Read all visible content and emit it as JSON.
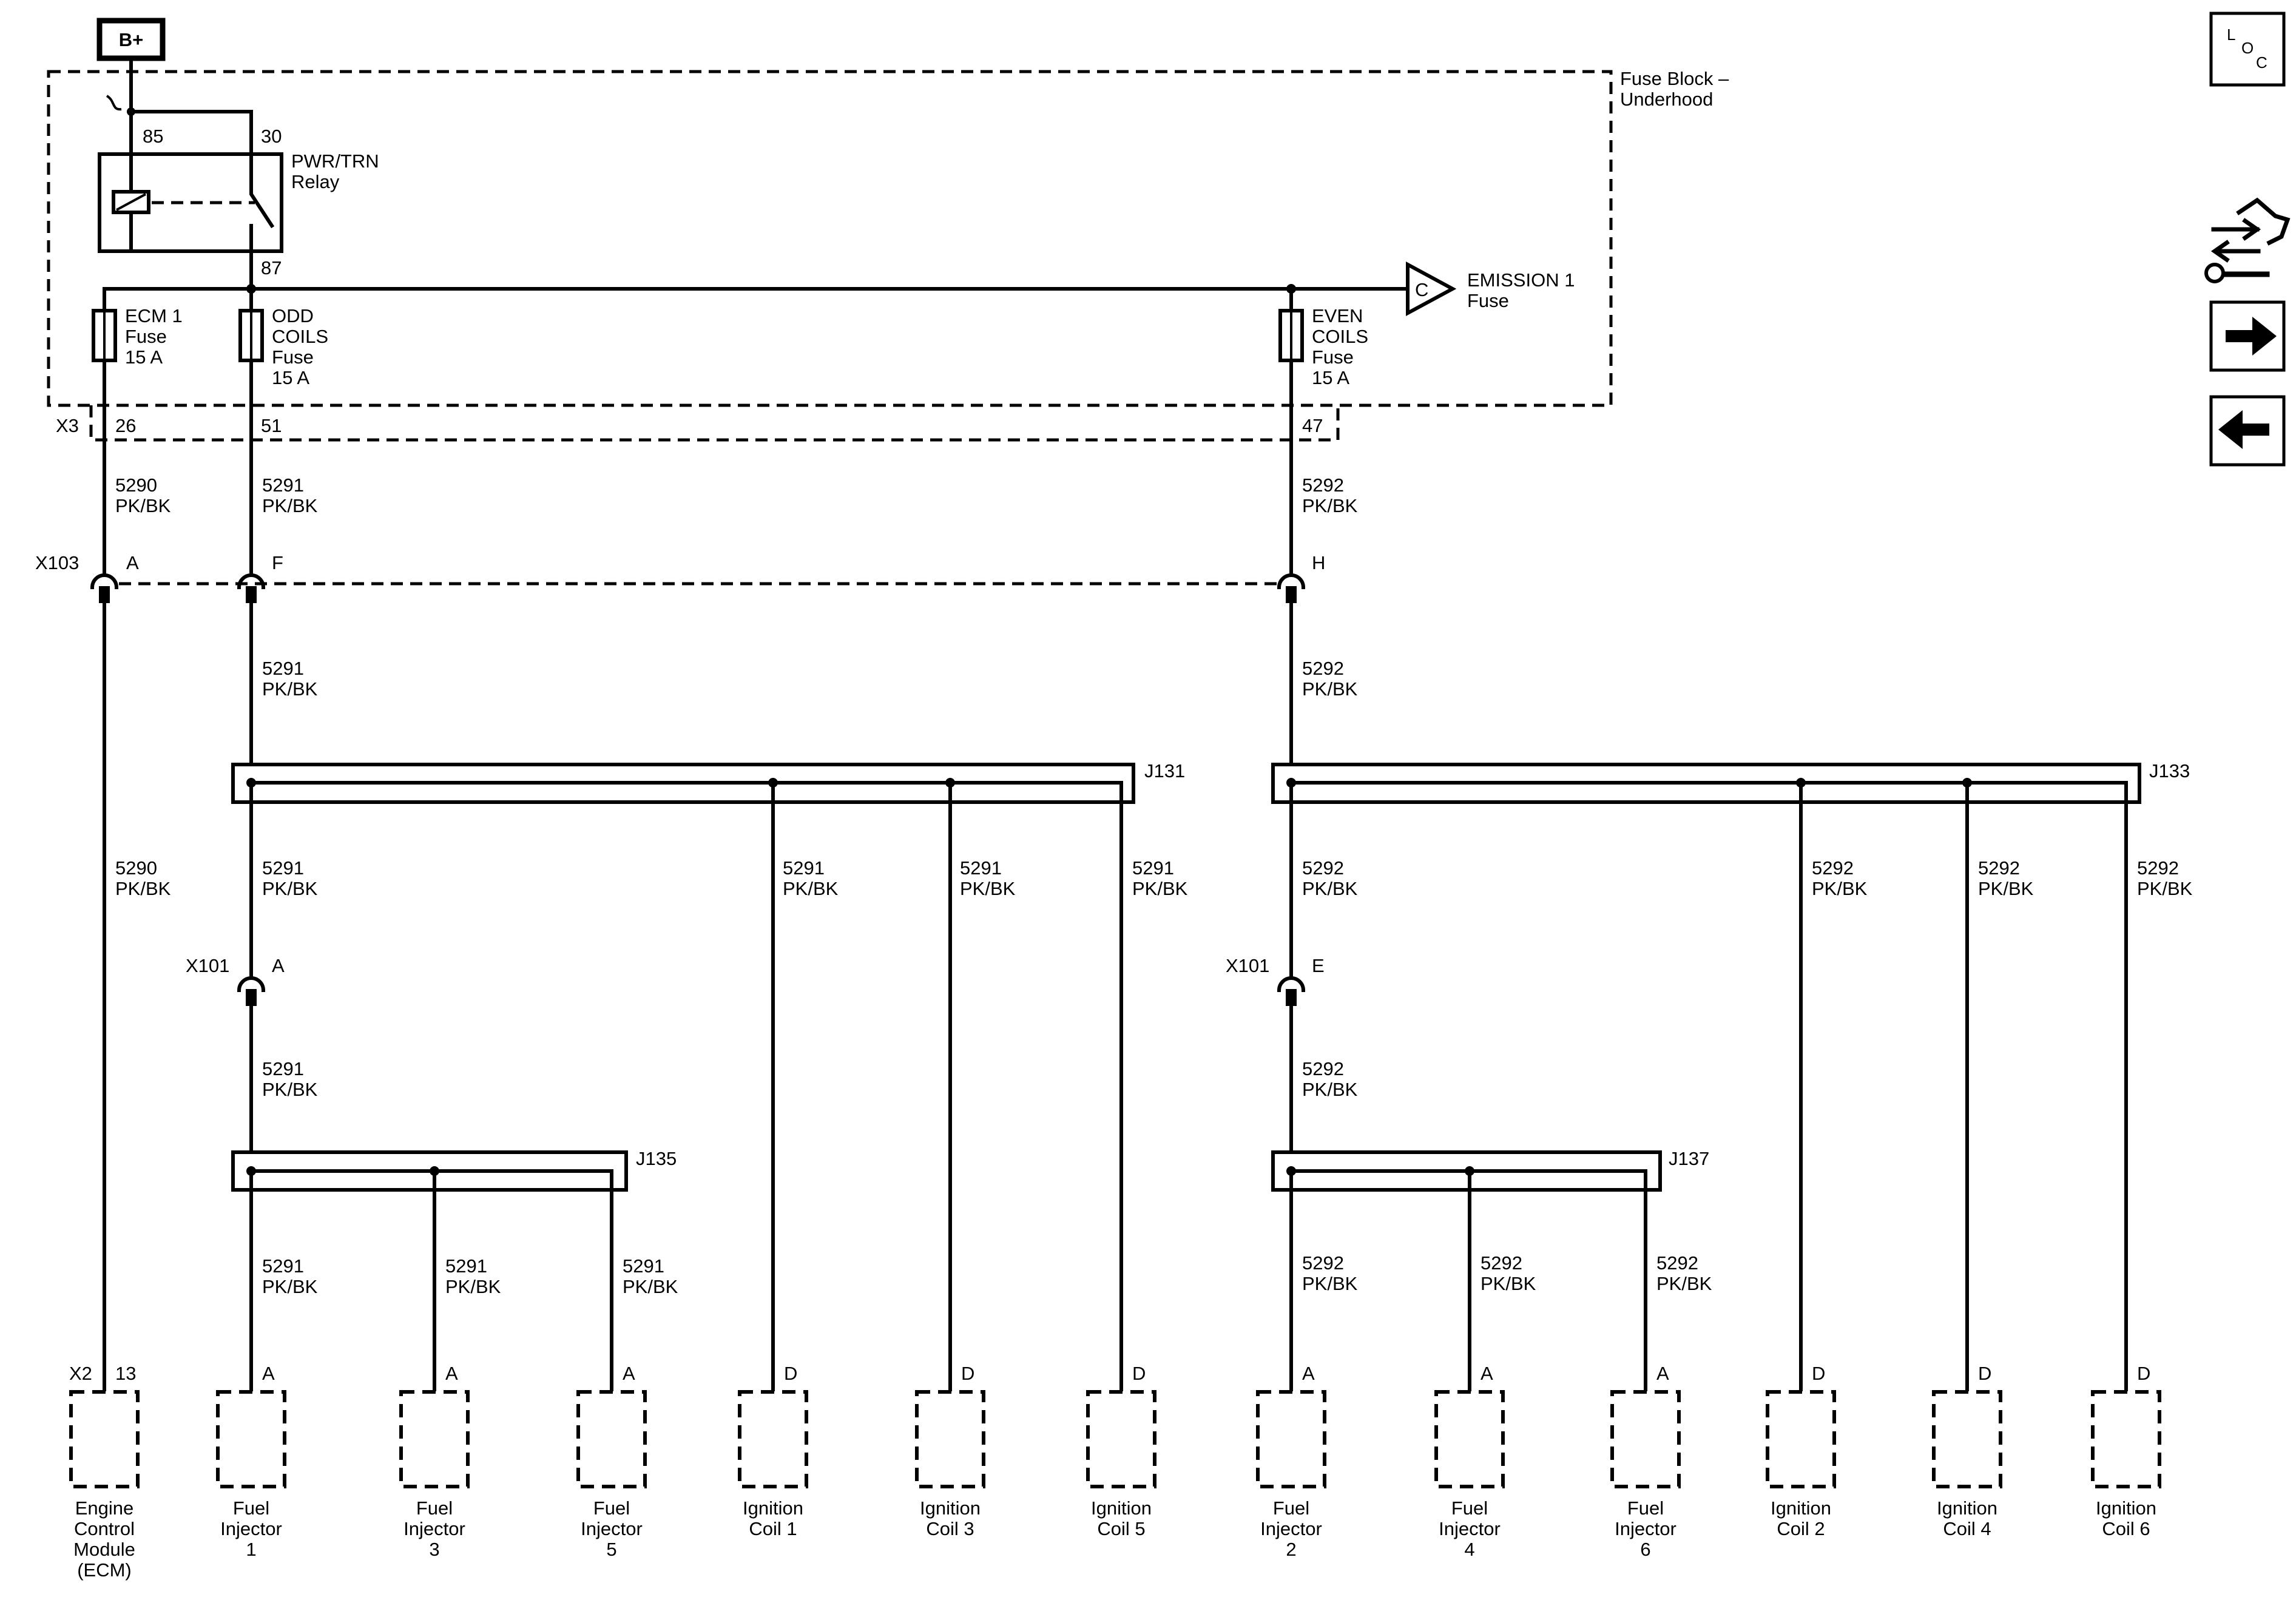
{
  "power": {
    "label": "B+"
  },
  "fuse_block": {
    "title": "Fuse Block –",
    "subtitle": "Underhood",
    "connector": "X3"
  },
  "relay": {
    "name": "PWR/TRN",
    "name2": "Relay",
    "pin_85": "85",
    "pin_30": "30",
    "pin_87": "87"
  },
  "emission": {
    "letter": "C",
    "name": "EMISSION 1",
    "name2": "Fuse"
  },
  "fuses": [
    {
      "lines": [
        "ECM 1",
        "Fuse",
        "15 A"
      ],
      "pin": "26"
    },
    {
      "lines": [
        "ODD",
        "COILS",
        "Fuse",
        "15 A"
      ],
      "pin": "51"
    },
    {
      "lines": [
        "EVEN",
        "COILS",
        "Fuse",
        "15 A"
      ],
      "pin": "47"
    }
  ],
  "wire_colors": {
    "5290": "5290",
    "5291": "5291",
    "5292": "5292",
    "pk": "PK/BK"
  },
  "connectors": {
    "x103": {
      "name": "X103",
      "pins": [
        "A",
        "F",
        "H"
      ]
    },
    "x101": {
      "name": "X101",
      "pins": [
        "A",
        "E"
      ]
    }
  },
  "splices": [
    "J131",
    "J133",
    "J135",
    "J137"
  ],
  "ecm_conn": {
    "name": "X2",
    "pin": "13"
  },
  "components": [
    {
      "pin": "",
      "lines": [
        "Engine",
        "Control",
        "Module",
        "(ECM)"
      ]
    },
    {
      "pin": "A",
      "lines": [
        "Fuel",
        "Injector",
        "1"
      ]
    },
    {
      "pin": "A",
      "lines": [
        "Fuel",
        "Injector",
        "3"
      ]
    },
    {
      "pin": "A",
      "lines": [
        "Fuel",
        "Injector",
        "5"
      ]
    },
    {
      "pin": "D",
      "lines": [
        "Ignition",
        "Coil 1"
      ]
    },
    {
      "pin": "D",
      "lines": [
        "Ignition",
        "Coil 3"
      ]
    },
    {
      "pin": "D",
      "lines": [
        "Ignition",
        "Coil 5"
      ]
    },
    {
      "pin": "A",
      "lines": [
        "Fuel",
        "Injector",
        "2"
      ]
    },
    {
      "pin": "A",
      "lines": [
        "Fuel",
        "Injector",
        "4"
      ]
    },
    {
      "pin": "A",
      "lines": [
        "Fuel",
        "Injector",
        "6"
      ]
    },
    {
      "pin": "D",
      "lines": [
        "Ignition",
        "Coil 2"
      ]
    },
    {
      "pin": "D",
      "lines": [
        "Ignition",
        "Coil 4"
      ]
    },
    {
      "pin": "D",
      "lines": [
        "Ignition",
        "Coil 6"
      ]
    }
  ],
  "nav": {
    "loc_l": "L",
    "loc_o": "O",
    "loc_c": "C",
    "icons": [
      "connector-wrench-icon",
      "arrow-right-icon",
      "arrow-left-icon"
    ]
  }
}
